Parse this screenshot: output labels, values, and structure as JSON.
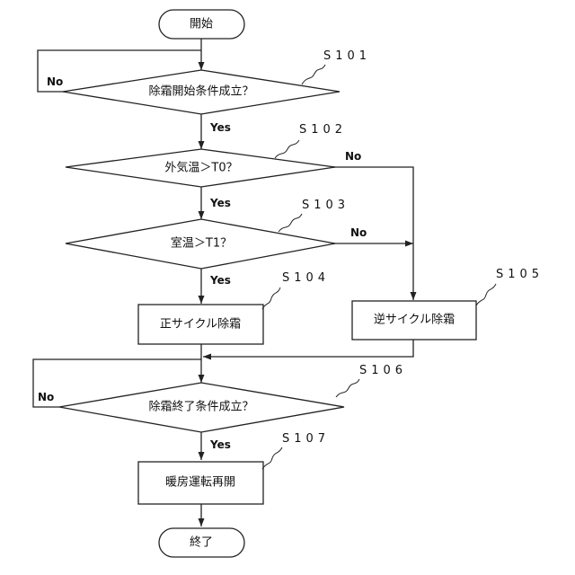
{
  "nodes": {
    "start": "開始",
    "s101": "除霜開始条件成立？",
    "s102": "外気温＞T0？",
    "s103": "室温＞T1？",
    "s104": "正サイクル除霜",
    "s105": "逆サイクル除霜",
    "s106": "除霜終了条件成立？",
    "s107": "暖房運転再開",
    "end": "終了"
  },
  "step_labels": {
    "s101": "S101",
    "s102": "S102",
    "s103": "S103",
    "s104": "S104",
    "s105": "S105",
    "s106": "S106",
    "s107": "S107"
  },
  "branch_labels": {
    "s101_no": "No",
    "s101_yes": "Yes",
    "s102_no": "No",
    "s102_yes": "Yes",
    "s103_no": "No",
    "s103_yes": "Yes",
    "s106_no": "No",
    "s106_yes": "Yes"
  }
}
